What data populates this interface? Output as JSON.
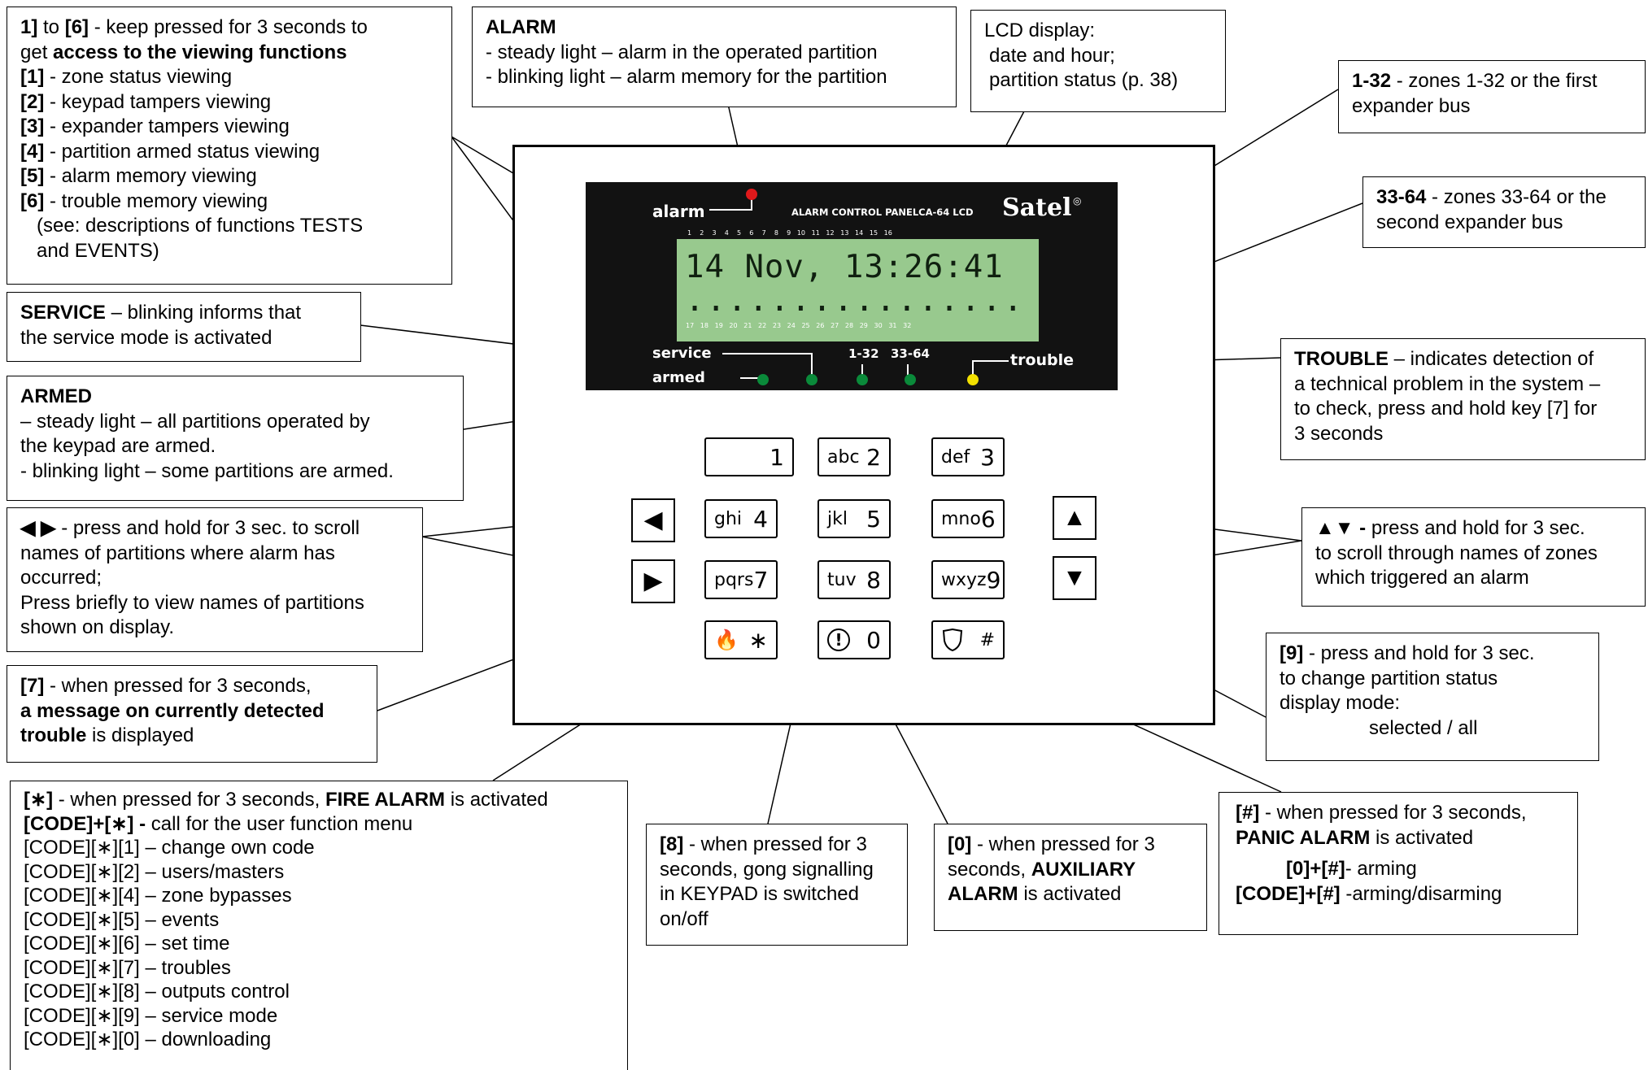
{
  "callouts": {
    "viewing": {
      "line1_a": "1]",
      "line1_b": " to ",
      "line1_c": "[6]",
      "line1_d": " - keep pressed for 3 seconds to",
      "line2_a": "get ",
      "line2_b": "access to the viewing functions",
      "items": [
        {
          "key": "[1]",
          "text": " - zone status viewing"
        },
        {
          "key": "[2]",
          "text": " - keypad tampers viewing"
        },
        {
          "key": "[3]",
          "text": " - expander tampers viewing"
        },
        {
          "key": "[4]",
          "text": " - partition armed status viewing"
        },
        {
          "key": "[5]",
          "text": " - alarm memory viewing"
        },
        {
          "key": "[6]",
          "text": " - trouble memory viewing"
        }
      ],
      "note1": "(see: descriptions of functions TESTS",
      "note2": "and EVENTS)"
    },
    "alarm": {
      "title": "ALARM",
      "l1": "- steady light – alarm in the operated partition",
      "l2": "- blinking light – alarm memory for the partition"
    },
    "lcd": {
      "l1": "LCD display:",
      "l2": "date and hour;",
      "l3": "partition status (p. 38)"
    },
    "zones1": {
      "key": "1-32",
      "l1": " - zones 1-32 or the first",
      "l2": "expander bus"
    },
    "zones2": {
      "key": "33-64",
      "l1": " - zones 33-64 or the",
      "l2": "second expander bus"
    },
    "service": {
      "key": "SERVICE",
      "l1": " – blinking informs that",
      "l2": "the service mode is activated"
    },
    "trouble": {
      "key": "TROUBLE",
      "l1": " – indicates detection of",
      "l2": "a technical problem in the system –",
      "l3": "to check, press and hold key [7] for",
      "l4": "3 seconds"
    },
    "armed": {
      "title": "ARMED",
      "l1": "– steady light – all partitions operated by",
      "l2": "the keypad are armed.",
      "l3": "- blinking light – some partitions are armed."
    },
    "scroll_lr": {
      "key": "◀ ▶",
      "l1": " - press and hold for 3 sec. to scroll",
      "l2": "names of partitions where alarm has",
      "l3": "occurred;",
      "l4": "Press briefly to view names of partitions",
      "l5": "shown on  display."
    },
    "scroll_ud": {
      "key": "▲▼ -",
      "l1": " press and hold for 3 sec.",
      "l2": "to scroll through names of zones",
      "l3": "which triggered an alarm"
    },
    "key7": {
      "key": "[7]",
      "l1": " - when pressed for 3 seconds,",
      "l2": "a message on currently detected",
      "l3a": "trouble",
      "l3b": " is displayed"
    },
    "key9": {
      "key": "[9]",
      "l1": " - press and hold for 3 sec.",
      "l2": "to change partition status",
      "l3": "display mode:",
      "l4": "selected / all"
    },
    "star": {
      "key": "[∗]",
      "l1a": " - when pressed for 3 seconds, ",
      "l1b": "FIRE ALARM",
      "l1c": " is activated",
      "l2a": "[CODE]+[∗] -",
      "l2b": " call for the user function menu",
      "items": [
        "[CODE][∗][1] – change own code",
        "[CODE][∗][2] – users/masters",
        "[CODE][∗][4] – zone bypasses",
        "[CODE][∗][5] – events",
        "[CODE][∗][6] – set time",
        "[CODE][∗][7] – troubles",
        "[CODE][∗][8] – outputs control",
        "[CODE][∗][9] – service mode",
        "[CODE][∗][0] – downloading"
      ]
    },
    "key8": {
      "key": "[8]",
      "l1": " - when pressed for 3",
      "l2": "seconds, gong signalling",
      "l3": "in KEYPAD is switched",
      "l4": "on/off"
    },
    "key0": {
      "key": "[0]",
      "l1": " - when pressed for 3",
      "l2a": "seconds, ",
      "l2b": "AUXILIARY",
      "l3a": "ALARM",
      "l3b": " is activated"
    },
    "hash": {
      "key": "[#]",
      "l1": " - when pressed for 3 seconds,",
      "l2a": "PANIC ALARM",
      "l2b": " is activated",
      "l3a": "[0]+[#]",
      "l3b": "- arming",
      "l4a": "[CODE]+[#]",
      "l4b": " -arming/disarming"
    }
  },
  "keypad": {
    "screen": {
      "alarm_label": "alarm",
      "model": "ALARM CONTROL PANELCA-64 LCD",
      "brand": "Satel",
      "lcd_line1": "14 Nov, 13:26:41",
      "lcd_line2": "................",
      "top_numbers": "1    2    3    4    5    6    7    8    9   10   11   12   13   14   15   16",
      "bottom_numbers": "17   18   19   20   21   22   23   24   25   26   27   28   29   30   31   32",
      "service_label": "service",
      "armed_label": "armed",
      "zones1_label": "1-32",
      "zones2_label": "33-64",
      "trouble_label": "trouble"
    },
    "keys": [
      {
        "letters": "",
        "digit": "1"
      },
      {
        "letters": "abc",
        "digit": "2"
      },
      {
        "letters": "def",
        "digit": "3"
      },
      {
        "letters": "ghi",
        "digit": "4"
      },
      {
        "letters": "jkl",
        "digit": "5"
      },
      {
        "letters": "mno",
        "digit": "6"
      },
      {
        "letters": "pqrs",
        "digit": "7"
      },
      {
        "letters": "tuv",
        "digit": "8"
      },
      {
        "letters": "wxyz",
        "digit": "9"
      },
      {
        "letters": "",
        "digit": "∗"
      },
      {
        "letters": "",
        "digit": "0"
      },
      {
        "letters": "",
        "digit": "#"
      }
    ],
    "arrows": {
      "left": "◀",
      "right": "▶",
      "up": "▲",
      "down": "▼"
    }
  },
  "colors": {
    "alarm_led": "#e0191b",
    "status_led": "#0a8a3a",
    "trouble_led": "#f2e000",
    "lcd_bg": "#98c98e"
  }
}
